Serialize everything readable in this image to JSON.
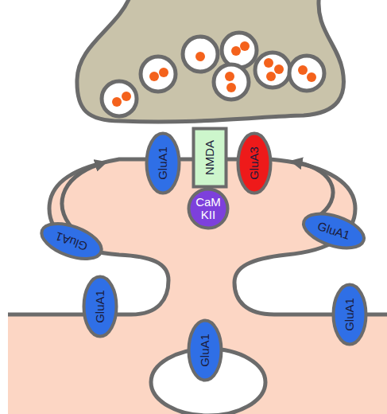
{
  "diagram": {
    "nodes": [
      {
        "text": [
          "GluA1"
        ]
      },
      {
        "text": [
          "NMDA"
        ]
      },
      {
        "text": [
          "GluA3"
        ]
      },
      {
        "text": [
          "CaM KII"
        ]
      },
      {
        "text": [
          "GluA1"
        ]
      },
      {
        "text": [
          "GluA1"
        ]
      },
      {
        "text": [
          "GluA1"
        ]
      },
      {
        "text": [
          "GluA1"
        ]
      },
      {
        "text": [
          "GluA1"
        ]
      }
    ]
  }
}
